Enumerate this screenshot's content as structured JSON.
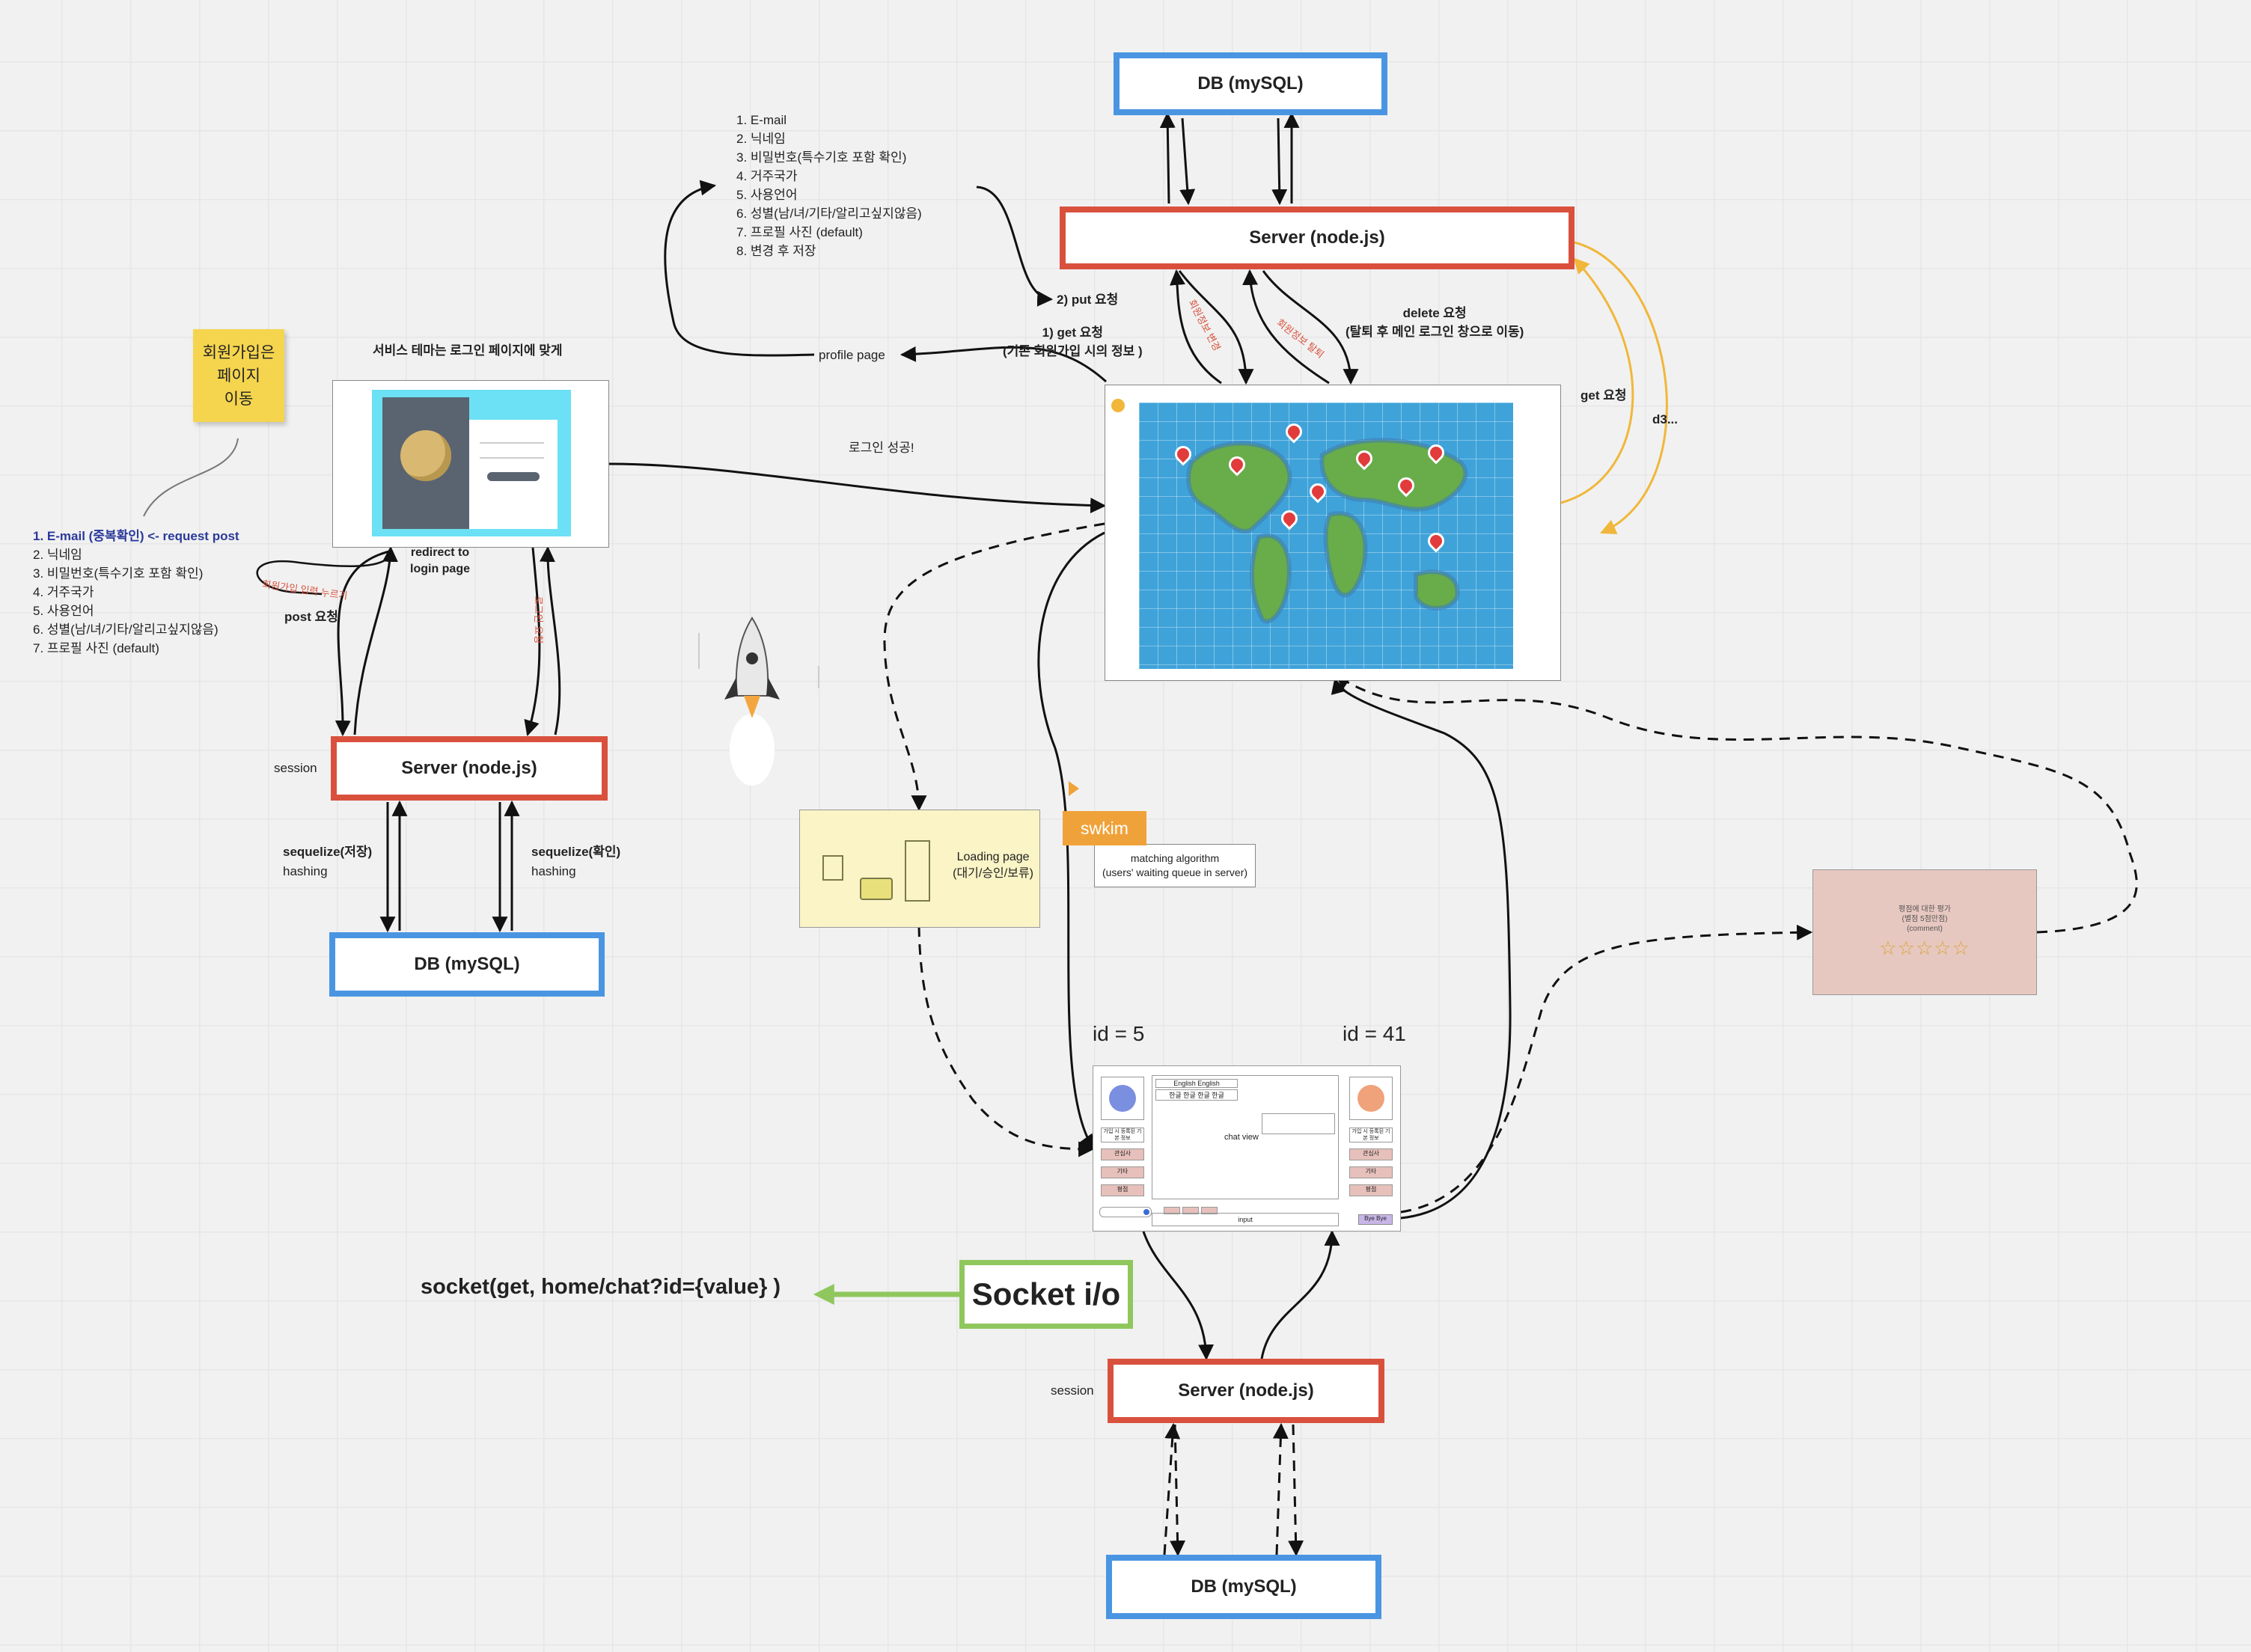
{
  "top_db": "DB (mySQL)",
  "top_server": "Server (node.js)",
  "left_server": "Server (node.js)",
  "left_db": "DB (mySQL)",
  "bottom_server": "Server (node.js)",
  "bottom_db": "DB (mySQL)",
  "profile_list": [
    "1. E-mail",
    "2. 닉네임",
    "3. 비밀번호(특수기호 포함 확인)",
    "4. 거주국가",
    "5. 사용언어",
    "6. 성별(남/녀/기타/알리고싶지않음)",
    "7. 프로필 사진 (default)",
    "8. 변경 후 저장"
  ],
  "signup_list_first": "1. E-mail (중복확인) <- request post",
  "signup_list": [
    "2. 닉네임",
    "3. 비밀번호(특수기호 포함 확인)",
    "4. 거주국가",
    "5. 사용언어",
    "6. 성별(남/녀/기타/알리고싶지않음)",
    "7. 프로필 사진 (default)"
  ],
  "sticky_note": [
    "회원가입은",
    "페이지",
    "이동"
  ],
  "login_title": "서비스 테마는 로그인 페이지에 맞게",
  "put_request": "2) put 요청",
  "get_request_1": "1) get 요청",
  "get_request_2": "(기존 회원가입 시의 정보 )",
  "profile_page": "profile page",
  "delete_request_1": "delete 요청",
  "delete_request_2": "(탈퇴 후 메인 로그인 창으로 이동)",
  "update_note": "회원정보 변경",
  "withdraw_note": "회원정보 탈퇴",
  "get_request_right": "get 요청",
  "d3": "d3...",
  "login_success": "로그인 성공!",
  "redirect_1": "redirect to",
  "redirect_2": "login page",
  "signup_click": "회원가입 입력 누르기",
  "post_request": "post 요청",
  "login_request": "로그인 요청",
  "session_left": "session",
  "session_bottom": "session",
  "sequelize_save": "sequelize(저장)",
  "sequelize_check": "sequelize(확인)",
  "hashing_left": "hashing",
  "hashing_right": "hashing",
  "loading_1": "Loading page",
  "loading_2": "(대기/승인/보류)",
  "swkim": "swkim",
  "matching_1": "matching algorithm",
  "matching_2": "(users' waiting queue in server)",
  "review_1": "평점에 대한 평가",
  "review_2": "(별점 5점만점)",
  "review_3": "(comment)",
  "review_stars": "☆☆☆☆☆",
  "id_left": "id = 5",
  "id_right": "id = 41",
  "chat_english": "English English",
  "chat_korean": "한글 한글 한글 한글",
  "chat_view": "chat view",
  "chat_input": "input",
  "chat_side_left": [
    "관심사",
    "기타",
    "평점"
  ],
  "chat_side_right": [
    "관심사",
    "기타",
    "평점"
  ],
  "chat_user_left": "가입 시 등록된 기본 정보",
  "chat_user_right": "가입 시 등록된 기본 정보",
  "chat_bye": "Bye Bye",
  "socket_io": "Socket i/o",
  "socket_call": "socket(get, home/chat?id={value} )",
  "colors": {
    "db_border": "#4a95e2",
    "server_border": "#d9513d",
    "socket_border": "#8fc75d",
    "get_arrow": "#f0b73a",
    "sticky": "#f5d54e"
  }
}
